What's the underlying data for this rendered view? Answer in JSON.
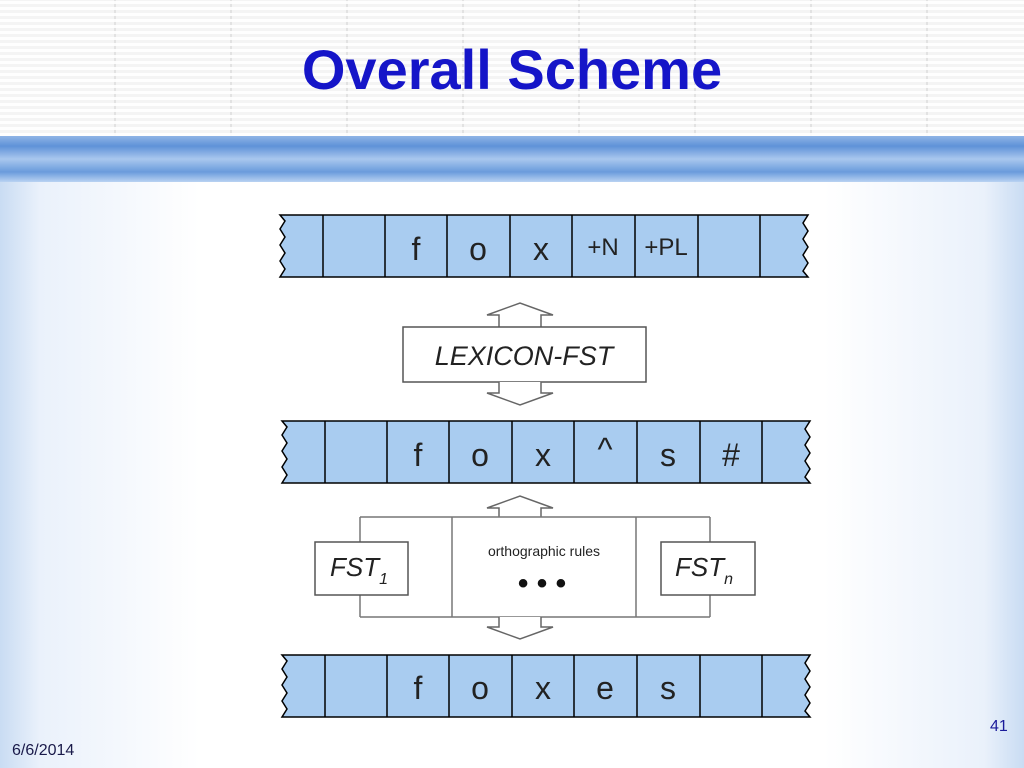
{
  "slide": {
    "title": "Overall Scheme",
    "date": "6/6/2014",
    "page_number": "41"
  },
  "colors": {
    "title": "#1515c8",
    "tape_fill": "#a9ccf0",
    "band": "#6a9bdc"
  },
  "diagram": {
    "lexical_tape": [
      "",
      "",
      "f",
      "o",
      "x",
      "+N",
      "+PL",
      "",
      ""
    ],
    "intermediate_tape": [
      "",
      "",
      "f",
      "o",
      "x",
      "^",
      "s",
      "#",
      ""
    ],
    "surface_tape": [
      "",
      "",
      "f",
      "o",
      "x",
      "e",
      "s",
      "",
      ""
    ],
    "lexicon_label": "LEXICON-FST",
    "orthographic_label": "orthographic rules",
    "fst_first": {
      "base": "FST",
      "sub": "1"
    },
    "fst_last": {
      "base": "FST",
      "sub": "n"
    },
    "ellipsis": "• • •"
  }
}
